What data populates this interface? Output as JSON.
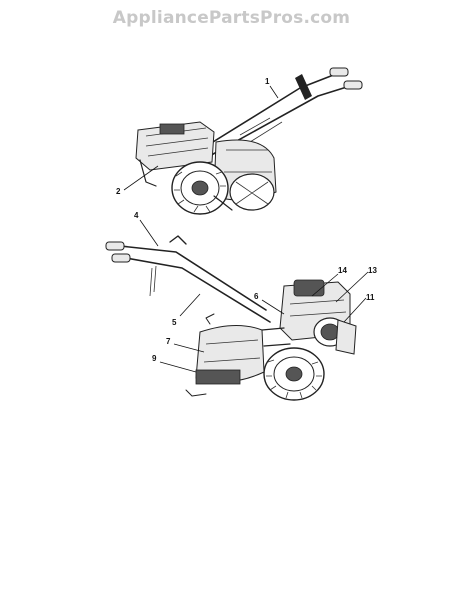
{
  "watermark": {
    "text": "AppliancePartsPros.com"
  },
  "callouts": {
    "c1": "1",
    "c2": "2",
    "c4": "4",
    "c5": "5",
    "c6": "6",
    "c7": "7",
    "c9": "9",
    "c11": "11",
    "c13": "13",
    "c14": "14"
  }
}
